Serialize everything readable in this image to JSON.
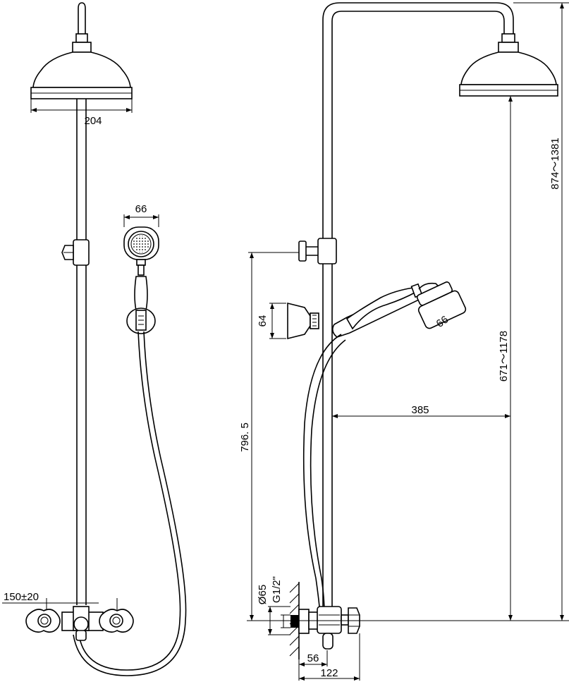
{
  "dimensions": {
    "head_diameter": "204",
    "hand_shower_width_front": "66",
    "hand_shower_head_side": "66",
    "hand_holder_height": "64",
    "arm_reach": "385",
    "slide_range": "671～1178",
    "total_range": "874～1381",
    "holder_height": "796. 5",
    "center_distance": "150±20",
    "escutcheon_diameter": "Ø65",
    "thread_size": "G1/2\"",
    "mixer_depth": "56",
    "total_depth": "122"
  },
  "icons": {
    "front": "shower-front-view-drawing",
    "side": "shower-side-view-drawing"
  }
}
